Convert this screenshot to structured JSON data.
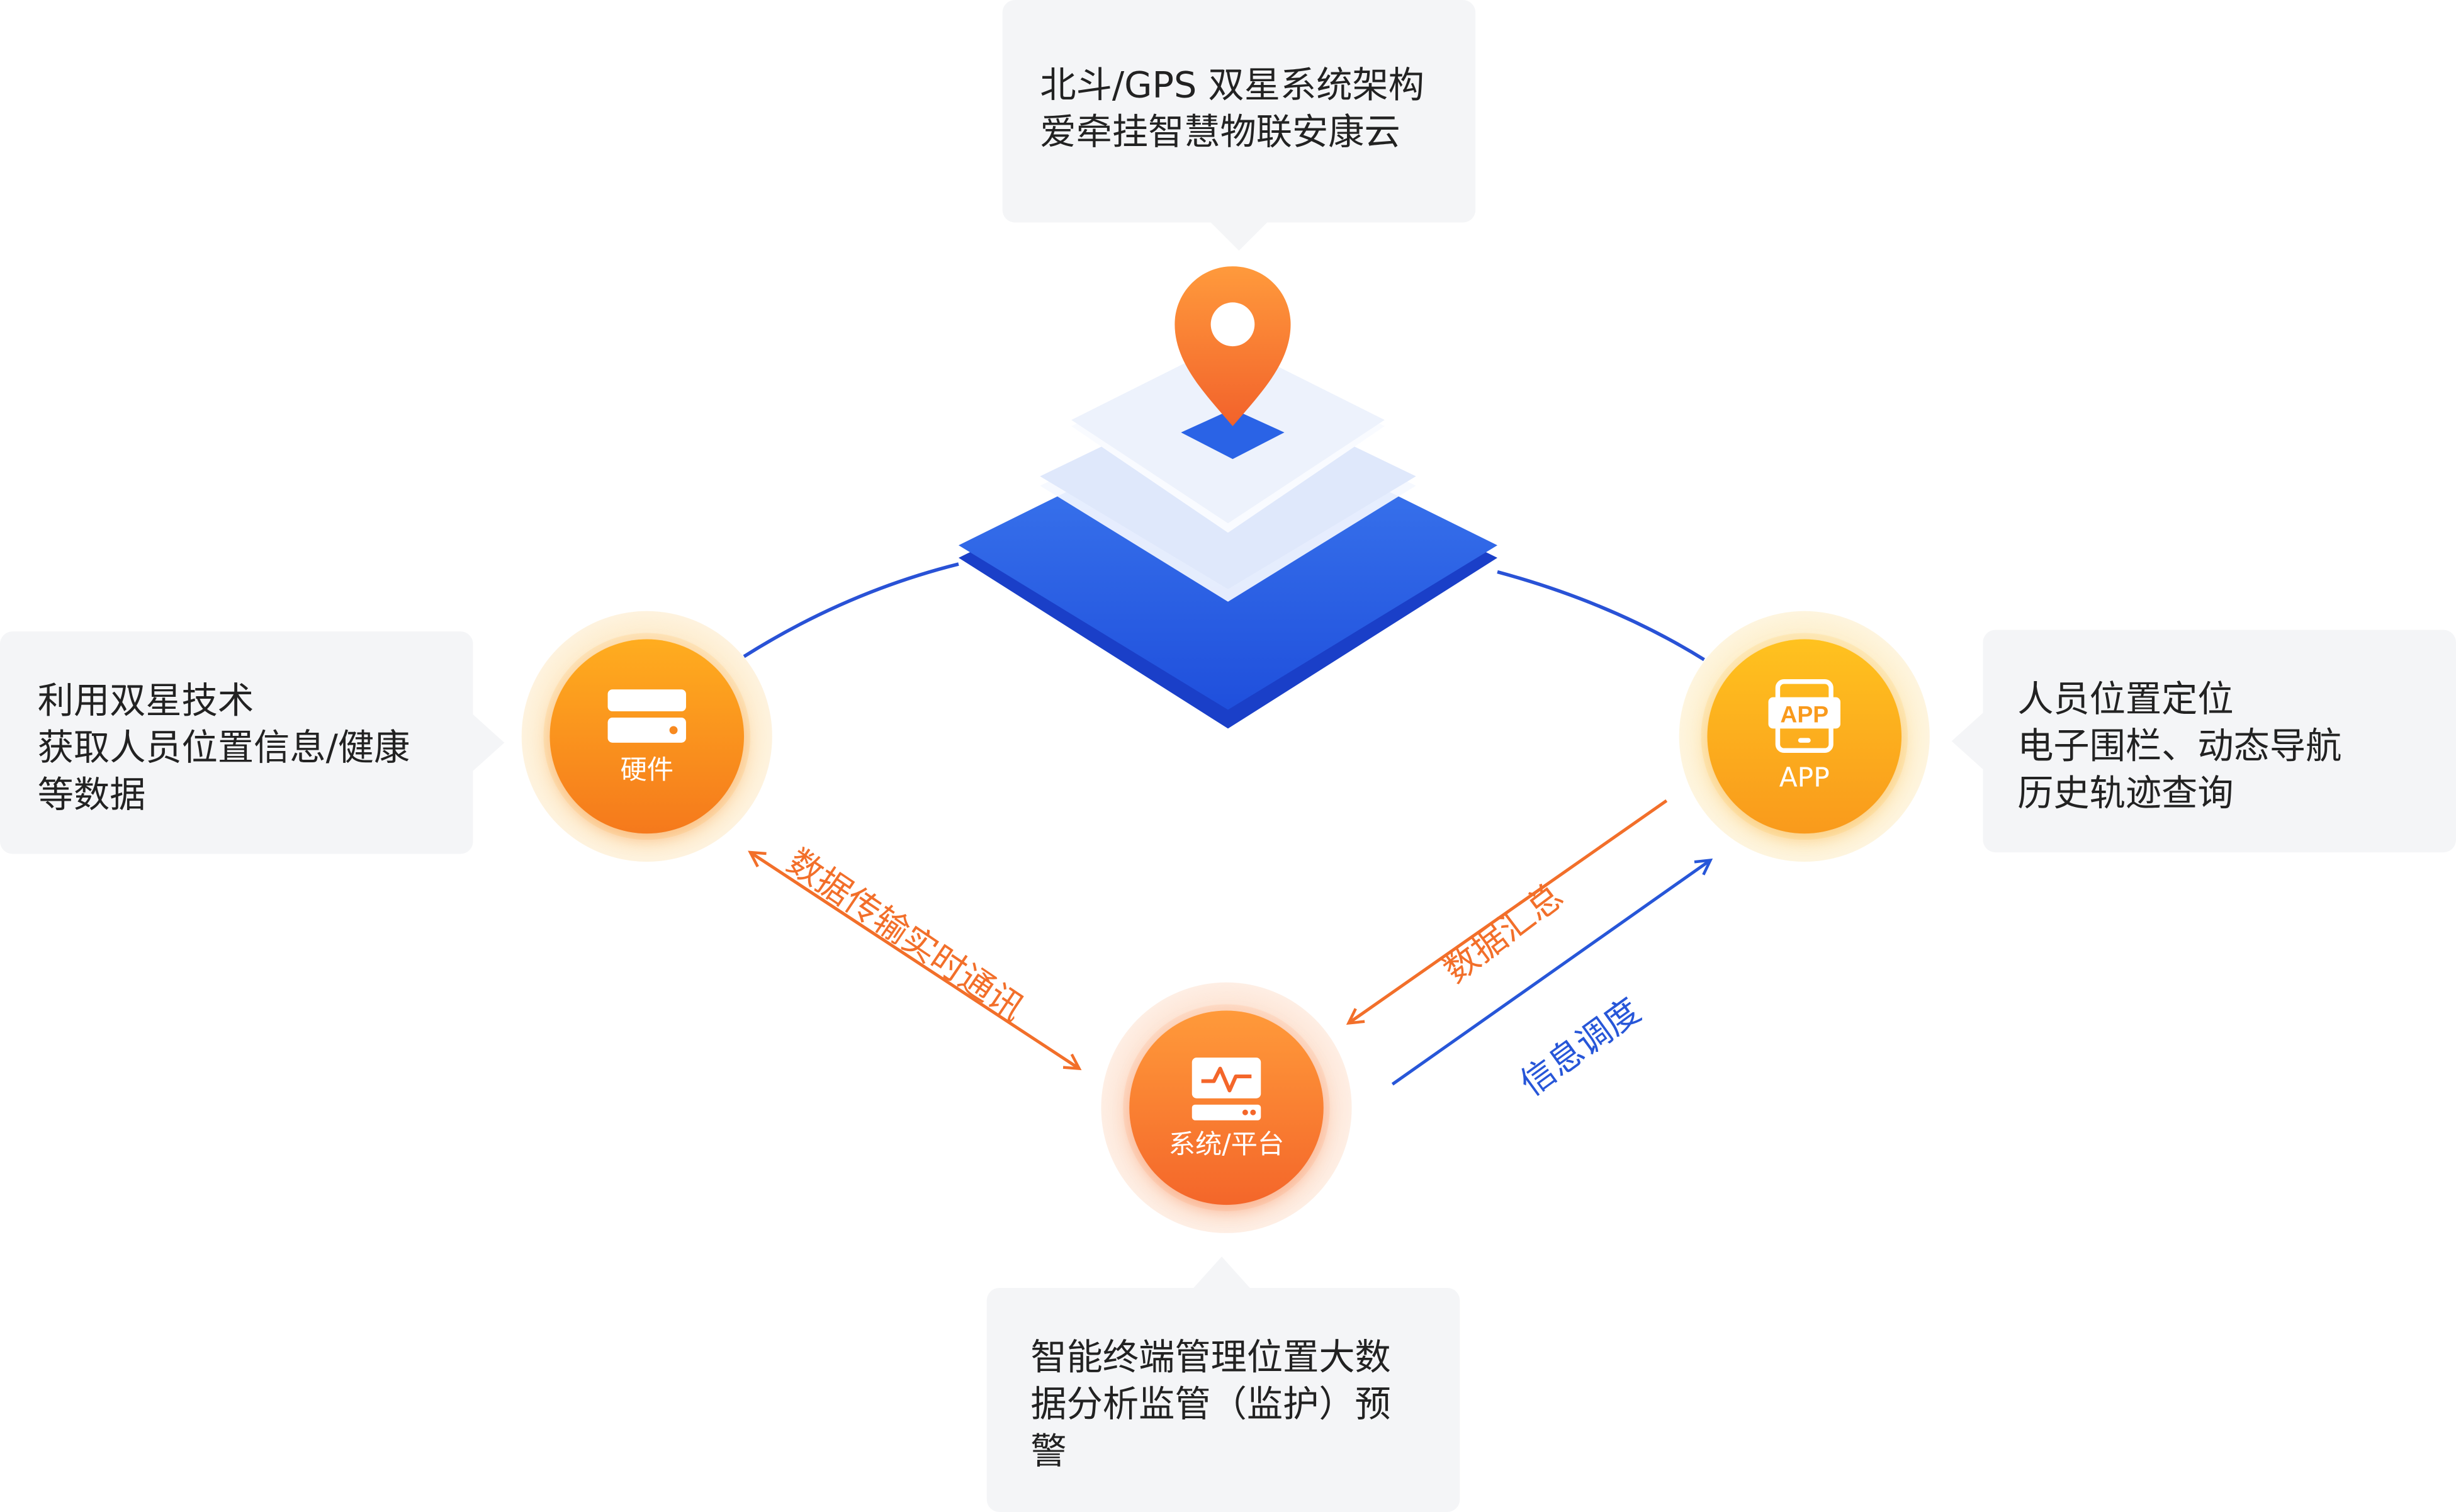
{
  "top_box": {
    "lines": [
      "北斗/GPS 双星系统架构",
      "爱牵挂智慧物联安康云"
    ]
  },
  "left_box": {
    "lines": [
      "利用双星技术",
      "获取人员位置信息/健康",
      "等数据"
    ]
  },
  "right_box": {
    "lines": [
      "人员位置定位",
      "电子围栏、动态导航",
      "历史轨迹查询"
    ]
  },
  "bottom_box": {
    "lines": [
      "智能终端管理位置大数",
      "据分析监管（监护）预",
      "警"
    ]
  },
  "nodes": {
    "hardware": {
      "label": "硬件",
      "icon": "server-icon"
    },
    "app": {
      "label": "APP",
      "icon": "app-phone-icon",
      "icon_text": "APP"
    },
    "platform": {
      "label": "系统/平台",
      "icon": "monitor-pulse-icon"
    }
  },
  "flows": {
    "left": "数据传输实时通讯",
    "right_upper": "数据汇总",
    "right_lower": "信息调度"
  },
  "colors": {
    "orange": "#f26f2a",
    "amber": "#f9a825",
    "blue": "#2756d8",
    "callout_bg": "#f4f5f7"
  }
}
